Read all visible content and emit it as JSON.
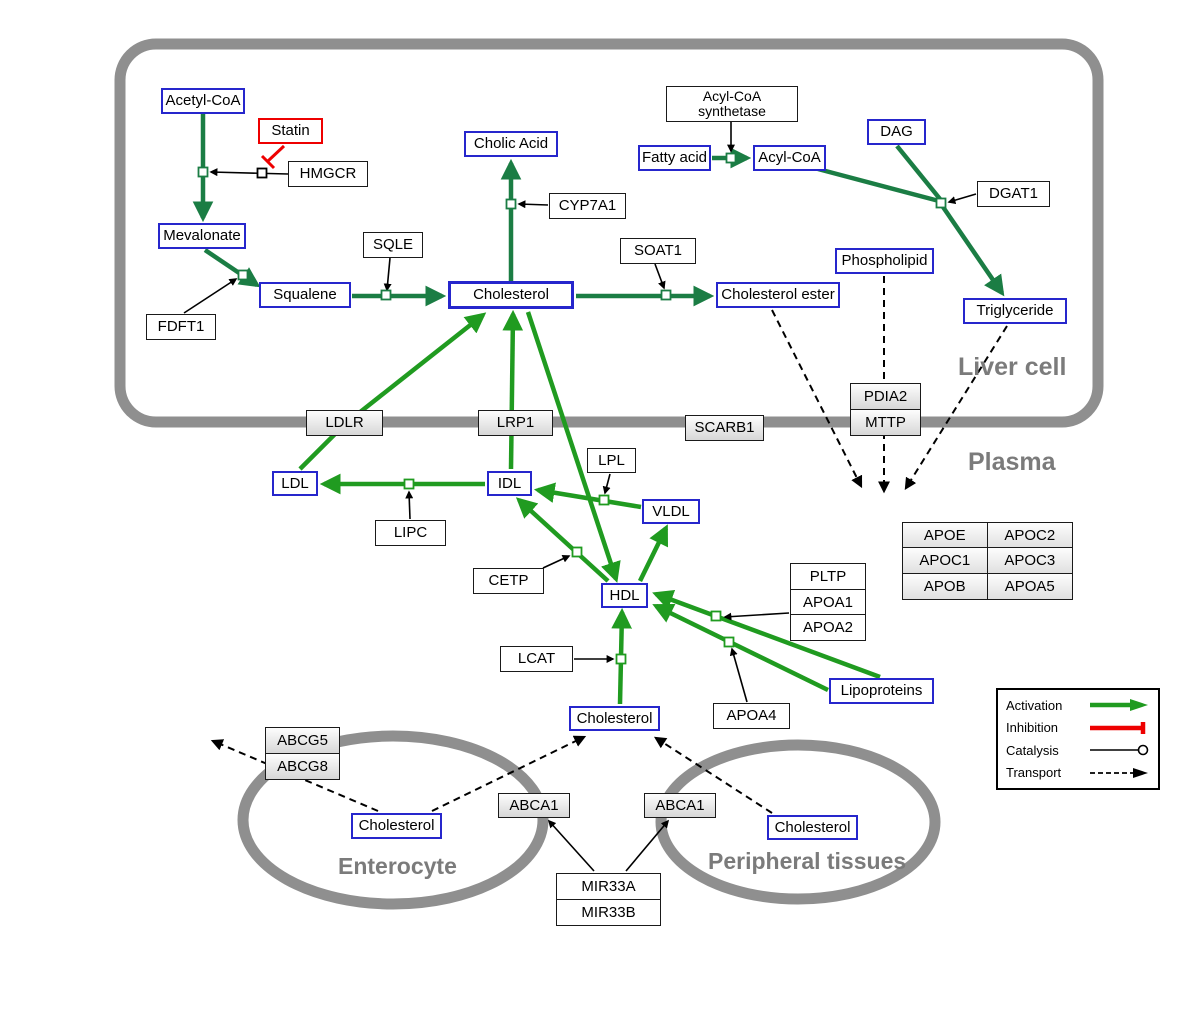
{
  "regions": {
    "liver_cell": {
      "label": "Liver cell"
    },
    "plasma": {
      "label": "Plasma"
    },
    "enterocyte": {
      "label": "Enterocyte"
    },
    "peripheral_tissues": {
      "label": "Peripheral tissues"
    }
  },
  "metabolites": {
    "acetyl_coa": "Acetyl-CoA",
    "mevalonate": "Mevalonate",
    "squalene": "Squalene",
    "cholic_acid": "Cholic Acid",
    "cholesterol_liver": "Cholesterol",
    "cholesterol_ester": "Cholesterol ester",
    "fatty_acid": "Fatty acid",
    "acyl_coa": "Acyl-CoA",
    "dag": "DAG",
    "phospholipid": "Phospholipid",
    "triglyceride": "Triglyceride",
    "ldl": "LDL",
    "idl": "IDL",
    "vldl": "VLDL",
    "hdl": "HDL",
    "lipoproteins": "Lipoproteins",
    "cholesterol_plasma": "Cholesterol",
    "cholesterol_enterocyte": "Cholesterol",
    "cholesterol_peripheral": "Cholesterol"
  },
  "genes": {
    "statin": "Statin",
    "hmgcr": "HMGCR",
    "fdft1": "FDFT1",
    "sqle": "SQLE",
    "cyp7a1": "CYP7A1",
    "soat1": "SOAT1",
    "acyl_coa_synthetase": [
      "Acyl-CoA",
      "synthetase"
    ],
    "dgat1": "DGAT1",
    "ldlr": "LDLR",
    "lrp1": "LRP1",
    "scarb1": "SCARB1",
    "pdia2": "PDIA2",
    "mttp": "MTTP",
    "lpl": "LPL",
    "lipc": "LIPC",
    "cetp": "CETP",
    "lcat": "LCAT",
    "pltp": "PLTP",
    "apoa1": "APOA1",
    "apoa2": "APOA2",
    "apoa4": "APOA4",
    "abcg5": "ABCG5",
    "abcg8": "ABCG8",
    "abca1_enterocyte": "ABCA1",
    "abca1_peripheral": "ABCA1",
    "mir33a": "MIR33A",
    "mir33b": "MIR33B"
  },
  "apolipoprotein_table": {
    "rows": [
      [
        "APOE",
        "APOC2"
      ],
      [
        "APOC1",
        "APOC3"
      ],
      [
        "APOB",
        "APOA5"
      ]
    ]
  },
  "legend": {
    "items": [
      {
        "label": "Activation",
        "type": "activation"
      },
      {
        "label": "Inhibition",
        "type": "inhibition"
      },
      {
        "label": "Catalysis",
        "type": "catalysis"
      },
      {
        "label": "Transport",
        "type": "transport"
      }
    ]
  },
  "colors": {
    "conversion_green": "#1b7d44",
    "activation_green": "#209b20",
    "inhibition_red": "#ee0000",
    "metabolite_border_blue": "#2626cc",
    "membrane_gray": "#8f8f8f"
  }
}
